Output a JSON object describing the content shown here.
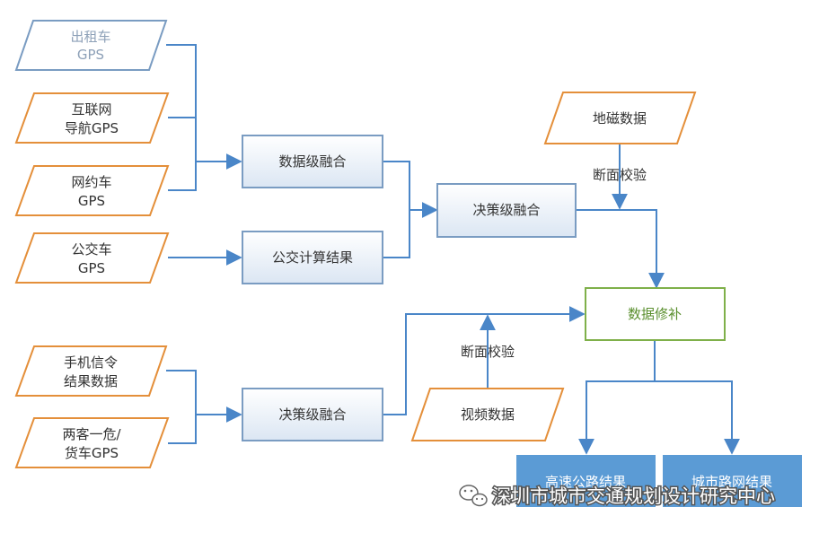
{
  "inputs": {
    "taxi": [
      "出租车",
      "GPS"
    ],
    "internet_nav": [
      "互联网",
      "导航GPS"
    ],
    "ride_hailing": [
      "网约车",
      "GPS"
    ],
    "bus": [
      "公交车",
      "GPS"
    ],
    "mobile_signaling": [
      "手机信令",
      "结果数据"
    ],
    "freight": [
      "两客一危/",
      "货车GPS"
    ],
    "geomagnetic": "地磁数据",
    "video": "视频数据"
  },
  "process": {
    "data_fusion": "数据级融合",
    "bus_calc": "公交计算结果",
    "decision_fusion_top": "决策级融合",
    "decision_fusion_bottom": "决策级融合",
    "data_repair": "数据修补"
  },
  "edge_labels": {
    "section_check_top": "断面校验",
    "section_check_bottom": "断面校验"
  },
  "outputs": {
    "highway": "高速公路结果",
    "urban": "城市路网结果"
  },
  "watermark": "深圳市城市交通规划设计研究中心",
  "colors": {
    "blue_stroke": "#7a9cc2",
    "orange_stroke": "#e48f3a",
    "green_stroke": "#7fb04a",
    "arrow": "#4a86c8",
    "output_fill": "#5b9bd5"
  }
}
